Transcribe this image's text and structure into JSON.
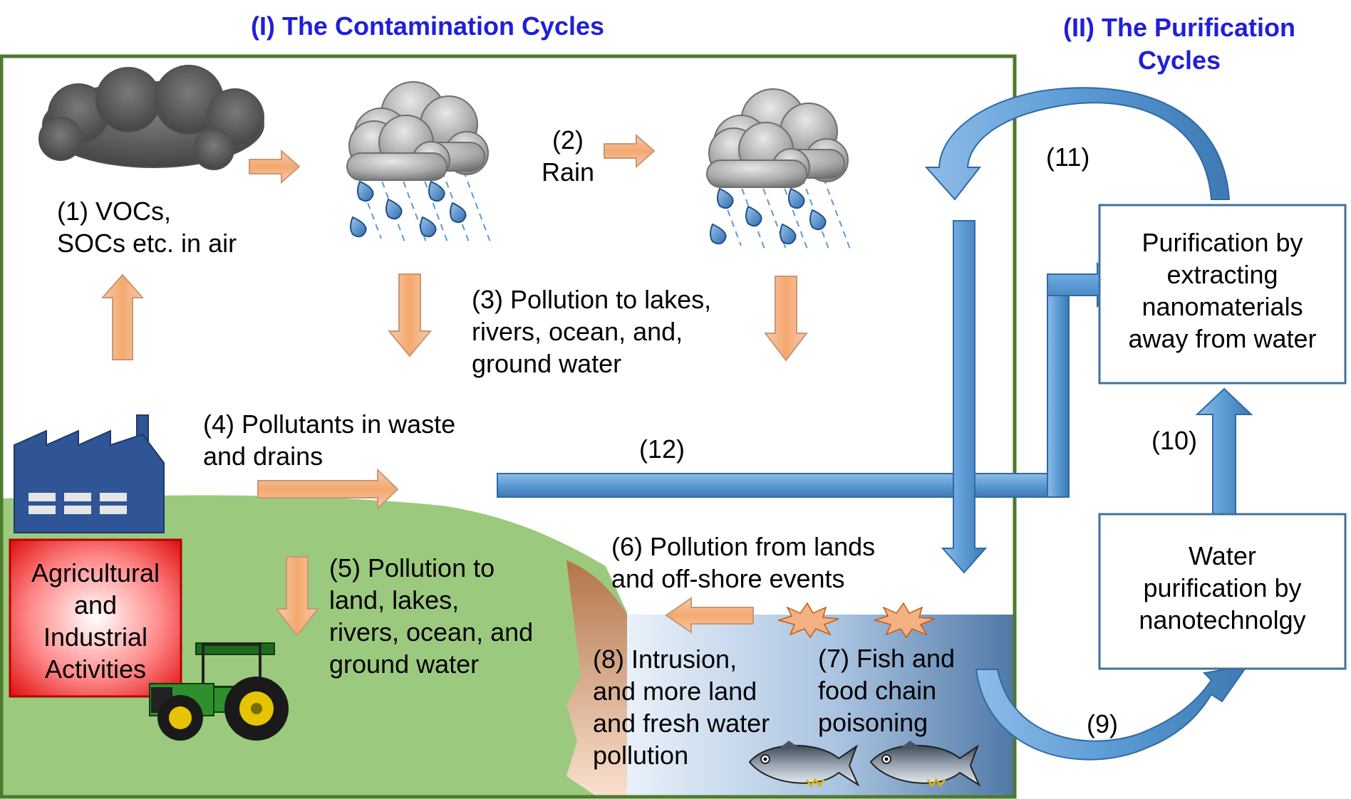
{
  "titles": {
    "contamination": "(I) The Contamination Cycles",
    "purification_line1": "(II) The Purification",
    "purification_line2": "Cycles"
  },
  "labels": {
    "vocs_line1": "(1) VOCs,",
    "vocs_line2": "SOCs etc. in air",
    "rain_num": "(2)",
    "rain_word": "Rain",
    "pollution3_line1": "(3) Pollution to lakes,",
    "pollution3_line2": "rivers, ocean, and,",
    "pollution3_line3": "ground water",
    "pollutants4_line1": "(4) Pollutants in waste",
    "pollutants4_line2": "and drains",
    "pollution5_line1": "(5) Pollution to",
    "pollution5_line2": "land,  lakes,",
    "pollution5_line3": "rivers, ocean, and",
    "pollution5_line4": "ground water",
    "pollution6_line1": "(6) Pollution from lands",
    "pollution6_line2": "and off-shore events",
    "fish7_line1": "(7) Fish and",
    "fish7_line2": "food chain",
    "fish7_line3": "poisoning",
    "intrusion8_line1": "(8) Intrusion,",
    "intrusion8_line2": "and more land",
    "intrusion8_line3": "and fresh water",
    "intrusion8_line4": "pollution",
    "step9": "(9)",
    "step10": "(10)",
    "step11": "(11)",
    "step12": "(12)"
  },
  "activities": {
    "line1": "Agricultural",
    "line2": "and",
    "line3": "Industrial",
    "line4": "Activities"
  },
  "boxes": {
    "extract_line1": "Purification by",
    "extract_line2": "extracting",
    "extract_line3": "nanomaterials",
    "extract_line4": "away from water",
    "nano_line1": "Water",
    "nano_line2": "purification by",
    "nano_line3": "nanotechnolgy"
  },
  "icons": [
    "smog-cloud-icon",
    "rain-cloud-icon",
    "factory-icon",
    "tractor-icon",
    "fish-icon",
    "spill-burst-icon"
  ],
  "colors": {
    "title_blue": "#1f1fd9",
    "frame_green": "#4e7a2c",
    "land_green": "#9bc97e",
    "water_blue": "#5b86b3",
    "arrow_orange": "#f4b183",
    "arrow_blue": "#5b9bd5",
    "box_border": "#41719c",
    "activities_red": "#e51b1b"
  }
}
